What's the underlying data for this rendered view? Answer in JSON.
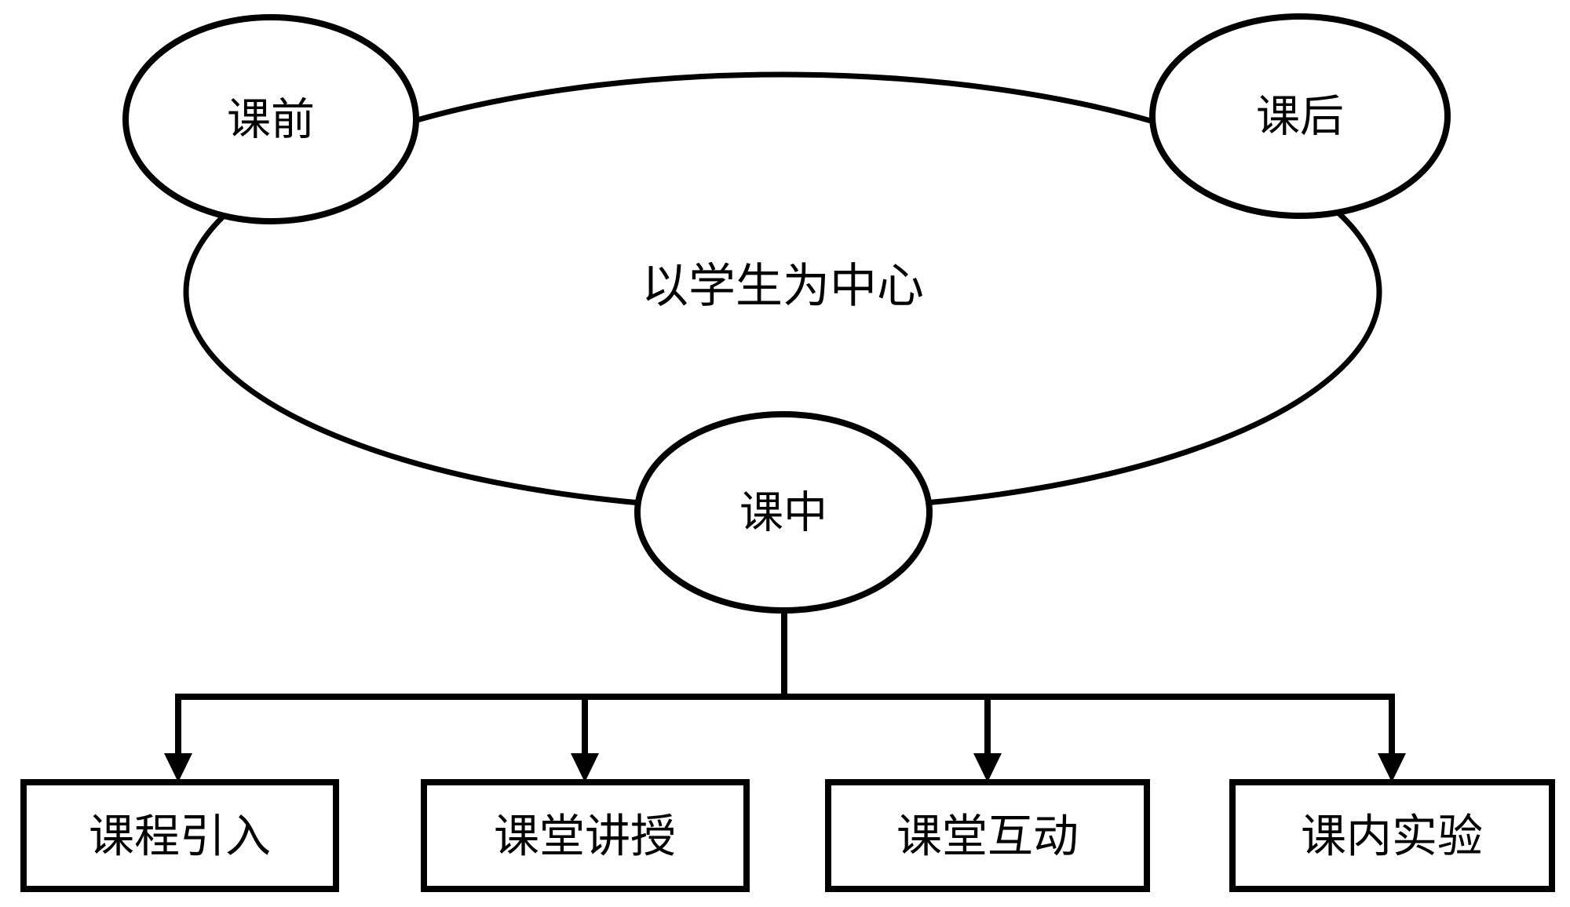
{
  "diagram": {
    "center_label": "以学生为中心",
    "phases": [
      {
        "id": "pre-class",
        "label": "课前"
      },
      {
        "id": "post-class",
        "label": "课后"
      },
      {
        "id": "during-class",
        "label": "课中"
      }
    ],
    "activities": [
      {
        "label": "课程引入"
      },
      {
        "label": "课堂讲授"
      },
      {
        "label": "课堂互动"
      },
      {
        "label": "课内实验"
      }
    ],
    "colors": {
      "stroke": "#000000",
      "background": "#ffffff"
    }
  }
}
